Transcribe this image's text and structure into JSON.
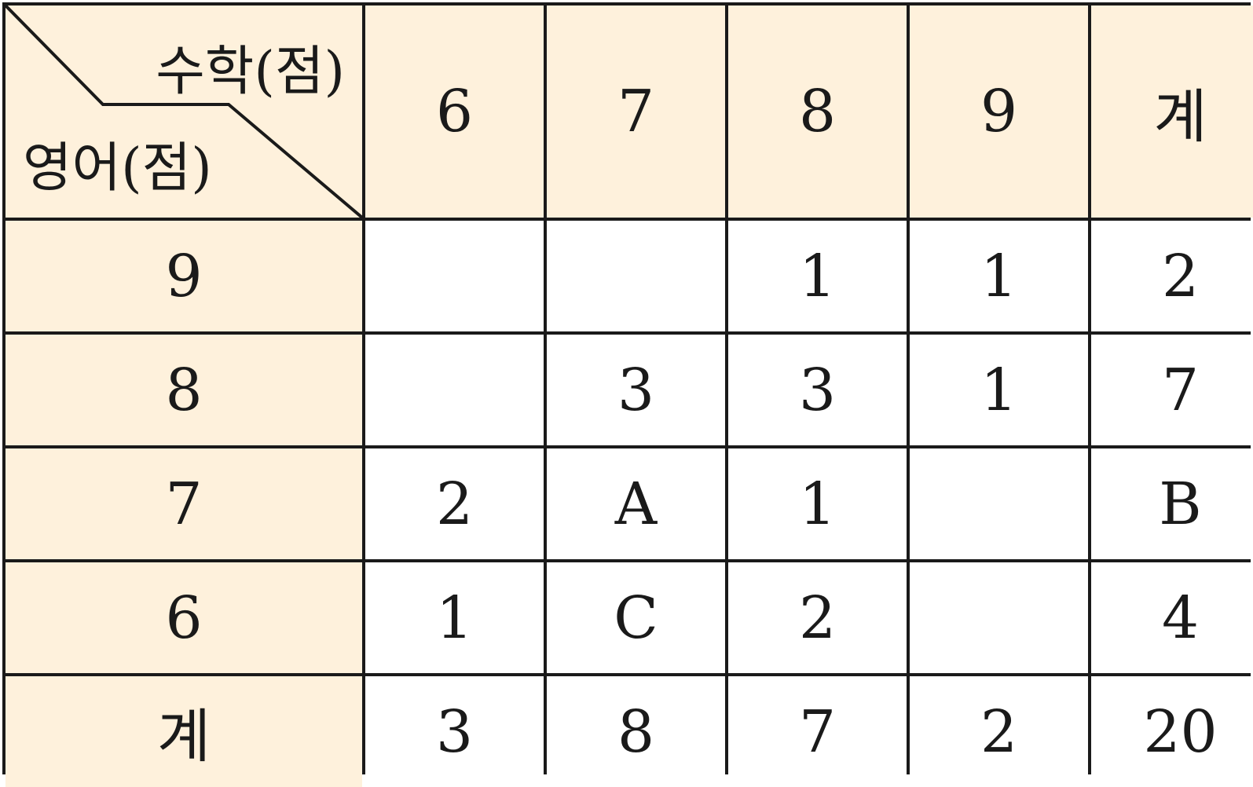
{
  "table": {
    "corner": {
      "column_header_label": "수학(점)",
      "row_header_label": "영어(점)"
    },
    "column_headers": [
      "6",
      "7",
      "8",
      "9",
      "계"
    ],
    "rows": [
      {
        "label": "9",
        "cells": [
          "",
          "",
          "1",
          "1",
          "2"
        ]
      },
      {
        "label": "8",
        "cells": [
          "",
          "3",
          "3",
          "1",
          "7"
        ]
      },
      {
        "label": "7",
        "cells": [
          "2",
          "A",
          "1",
          "",
          "B"
        ]
      },
      {
        "label": "6",
        "cells": [
          "1",
          "C",
          "2",
          "",
          "4"
        ]
      },
      {
        "label": "계",
        "cells": [
          "3",
          "8",
          "7",
          "2",
          "20"
        ]
      }
    ]
  },
  "colors": {
    "header_bg": "#fef1dc",
    "border": "#1a1a1a",
    "text": "#1a1a1a",
    "cell_bg": "#ffffff"
  }
}
